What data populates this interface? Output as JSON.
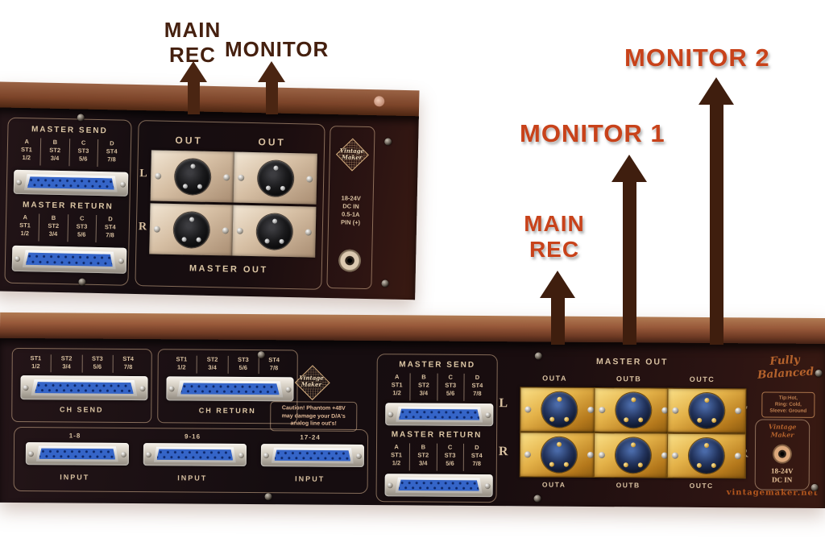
{
  "annotations": {
    "top": {
      "main": "MAIN",
      "rec": "REC",
      "monitor": "MONITOR"
    },
    "right": {
      "monitor2": "MONITOR 2",
      "monitor1": "MONITOR 1",
      "main": "MAIN",
      "rec": "REC"
    }
  },
  "logo": {
    "word1": "Vintage",
    "word2": "Maker"
  },
  "top_unit": {
    "master_send_title": "MASTER SEND",
    "master_return_title": "MASTER RETURN",
    "channels": [
      {
        "letter": "A",
        "st": "ST1",
        "pair": "1/2"
      },
      {
        "letter": "B",
        "st": "ST2",
        "pair": "3/4"
      },
      {
        "letter": "C",
        "st": "ST3",
        "pair": "5/6"
      },
      {
        "letter": "D",
        "st": "ST4",
        "pair": "7/8"
      }
    ],
    "out_label": "OUT",
    "left_label": "L",
    "right_label": "R",
    "master_out_title": "MASTER OUT",
    "power_lines": [
      "18-24V",
      "DC IN",
      "0.5-1A",
      "PIN (+)"
    ]
  },
  "bottom_unit": {
    "ch_send_title": "CH SEND",
    "ch_return_title": "CH RETURN",
    "st_channels": [
      {
        "st": "ST1",
        "pair": "1/2"
      },
      {
        "st": "ST2",
        "pair": "3/4"
      },
      {
        "st": "ST3",
        "pair": "5/6"
      },
      {
        "st": "ST4",
        "pair": "7/8"
      }
    ],
    "caution_lines": [
      "Caution! Phantom +48V",
      "may damage your D/A's",
      "analog line out's!"
    ],
    "master_send_title": "MASTER SEND",
    "master_return_title": "MASTER RETURN",
    "master_channels": [
      {
        "letter": "A",
        "st": "ST1",
        "pair": "1/2"
      },
      {
        "letter": "B",
        "st": "ST2",
        "pair": "3/4"
      },
      {
        "letter": "C",
        "st": "ST3",
        "pair": "5/6"
      },
      {
        "letter": "D",
        "st": "ST4",
        "pair": "7/8"
      }
    ],
    "master_out_title": "MASTER OUT",
    "out_columns": [
      "OUTA",
      "OUTB",
      "OUTC"
    ],
    "left_label": "L",
    "right_label": "R",
    "fully_balanced": [
      "Fully",
      "Balanced"
    ],
    "wiring_lines": [
      "Tip:Hot,",
      "Ring: Cold,",
      "Sleeve: Ground"
    ],
    "power_lines": [
      "18-24V",
      "DC IN"
    ],
    "website": "vintagemaker.net",
    "input_ranges": [
      "1-8",
      "9-16",
      "17-24"
    ],
    "input_label": "INPUT"
  },
  "colors": {
    "annotation_red": "#c8421a",
    "annotation_brown": "#45200f",
    "arrow": "#3f1e0e"
  }
}
